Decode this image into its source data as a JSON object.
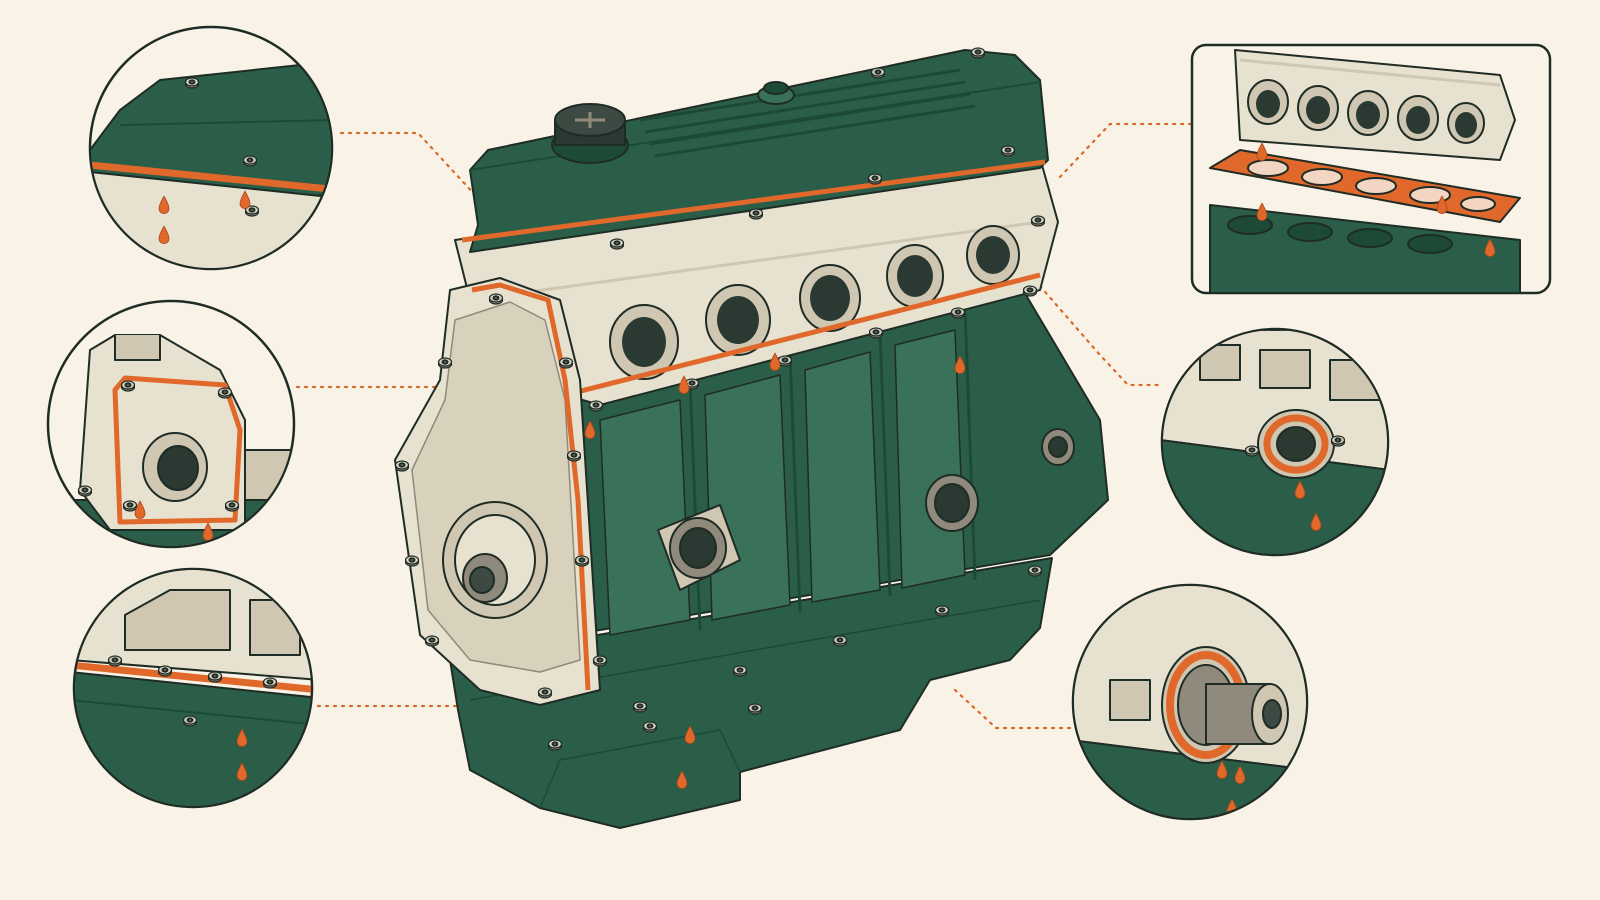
{
  "colors": {
    "background": "#f8f3e6",
    "engine_green": "#2a5e48",
    "engine_green_dark": "#1d4a37",
    "engine_green_light": "#3a7159",
    "aluminum": "#e7e1d0",
    "aluminum_shade": "#cfc7b2",
    "gasket_orange": "#e0682a",
    "outline": "#1f2c25",
    "callout_line": "#d9692b"
  },
  "callouts": [
    {
      "id": "valve-cover-gasket-leak",
      "icon": "oil-drip-icon"
    },
    {
      "id": "timing-cover-gasket-leak",
      "icon": "oil-drip-icon"
    },
    {
      "id": "oil-pan-gasket-leak",
      "icon": "oil-drip-icon"
    },
    {
      "id": "head-gasket-leak",
      "icon": "oil-drip-icon"
    },
    {
      "id": "side-port-gasket-leak",
      "icon": "oil-drip-icon"
    },
    {
      "id": "rear-main-seal-leak",
      "icon": "oil-drip-icon"
    }
  ]
}
